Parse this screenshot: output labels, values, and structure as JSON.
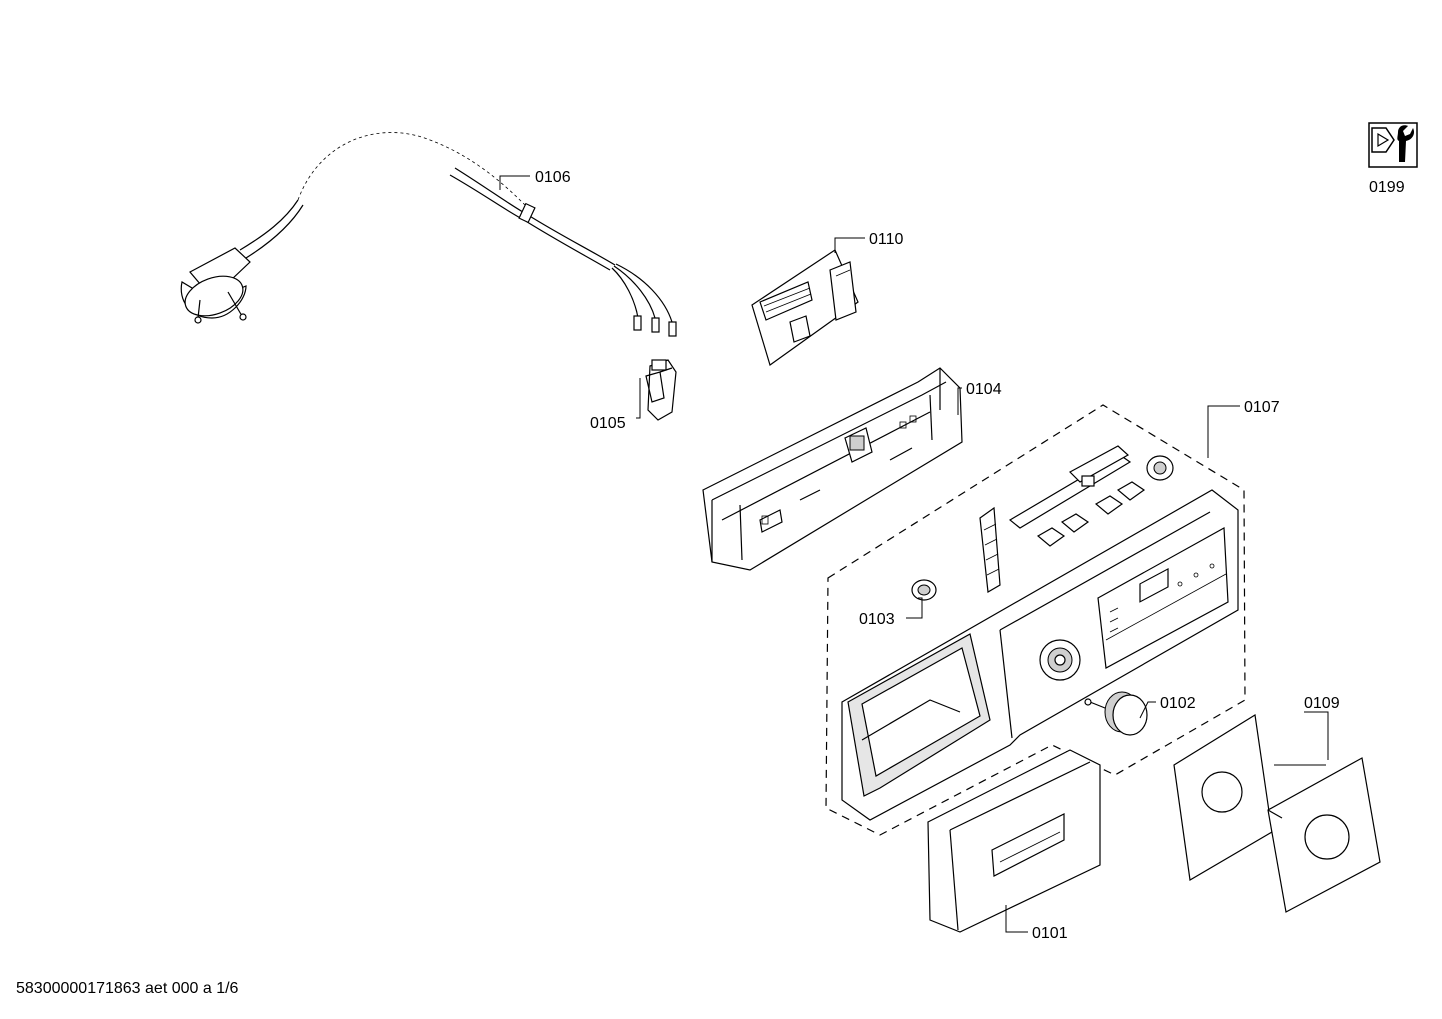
{
  "labels": {
    "p0101": "0101",
    "p0102": "0102",
    "p0103": "0103",
    "p0104": "0104",
    "p0105": "0105",
    "p0106": "0106",
    "p0107": "0107",
    "p0109": "0109",
    "p0110": "0110",
    "p0199": "0199"
  },
  "footer": "58300000171863 aet 000 a 1/6",
  "icons": {
    "service_kit": "wrench-nut-icon"
  }
}
